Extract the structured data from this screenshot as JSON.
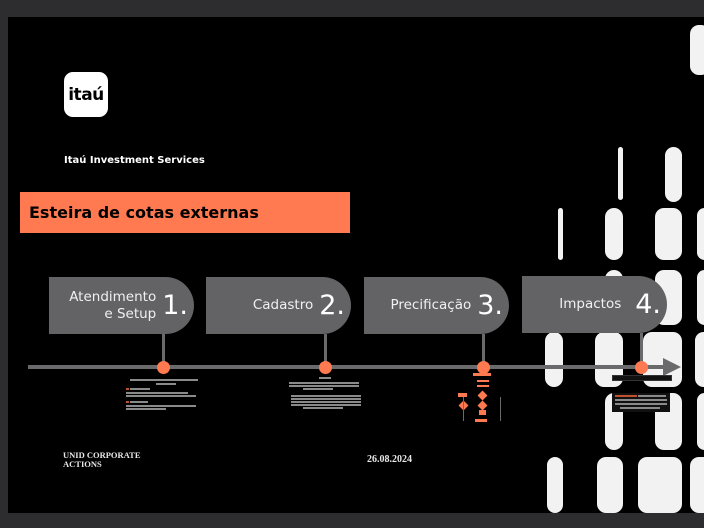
{
  "logo": {
    "text": "itaú"
  },
  "company": "Itaú Investment Services",
  "title": "Esteira de cotas externas",
  "steps": [
    {
      "label_line1": "Atendimento",
      "label_line2": "e Setup",
      "number": "1."
    },
    {
      "label_line1": "Cadastro",
      "label_line2": "",
      "number": "2."
    },
    {
      "label_line1": "Precificação",
      "label_line2": "",
      "number": "3."
    },
    {
      "label_line1": "Impactos",
      "label_line2": "",
      "number": "4."
    }
  ],
  "footer": {
    "unit_line1": "UNID CORPORATE",
    "unit_line2": "ACTIONS",
    "date": "26.08.2024"
  },
  "colors": {
    "accent": "#ff7a50",
    "step_box": "#636366",
    "background": "#000000",
    "tiles": "#f2f2f2"
  }
}
